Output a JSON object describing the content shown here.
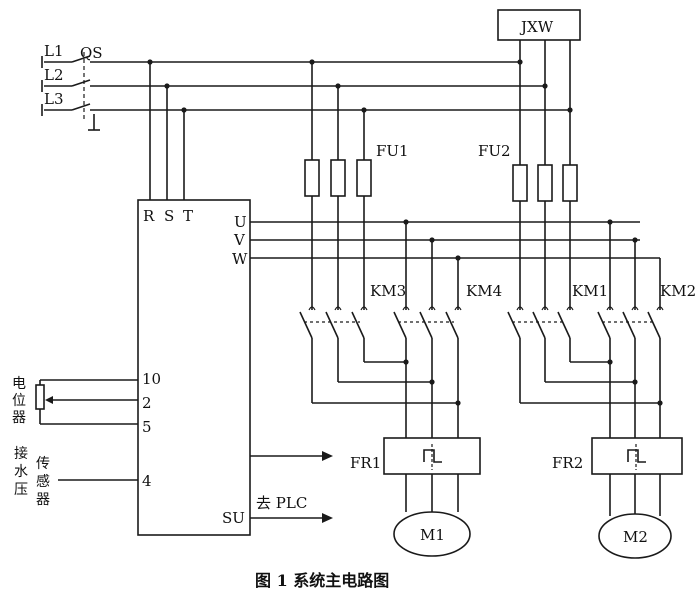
{
  "diagram": {
    "power_lines": [
      "L1",
      "L2",
      "L3"
    ],
    "main_switch": "QS",
    "inverter": {
      "inputs": [
        "R",
        "S",
        "T"
      ],
      "outputs": [
        "U",
        "V",
        "W"
      ],
      "terminals": [
        "10",
        "2",
        "5",
        "4"
      ],
      "su_label": "SU"
    },
    "fuses": [
      "FU1",
      "FU2"
    ],
    "soft_starter": "JXW",
    "contactors": [
      "KM3",
      "KM4",
      "KM1",
      "KM2"
    ],
    "overload_relays": [
      "FR1",
      "FR2"
    ],
    "motors": [
      "M1",
      "M2"
    ],
    "potentiometer_label": [
      "电",
      "位",
      "器"
    ],
    "sensor_label": {
      "col1": [
        "接",
        "水",
        "压"
      ],
      "col2": [
        "传",
        "感",
        "器"
      ]
    },
    "plc_label": "去 PLC",
    "caption": "图 1    系统主电路图"
  }
}
